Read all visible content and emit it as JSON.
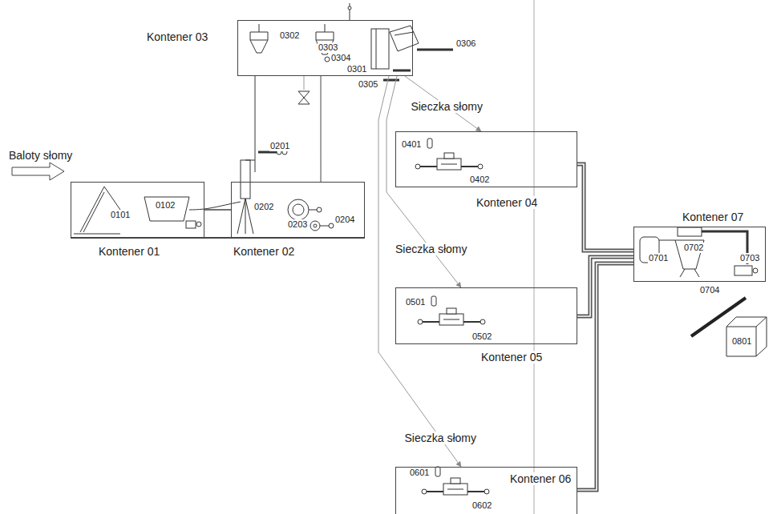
{
  "diagram": {
    "nodes": [
      {
        "text": [
          "Kontener 01"
        ]
      },
      {
        "text": [
          "Kontener 02"
        ]
      },
      {
        "text": [
          "Kontener 03"
        ]
      },
      {
        "text": [
          "Kontener 04"
        ]
      },
      {
        "text": [
          "Kontener 05"
        ]
      },
      {
        "text": [
          "Kontener 06"
        ]
      },
      {
        "text": [
          "Kontener 07"
        ]
      },
      {
        "text": [
          "0801"
        ]
      }
    ],
    "edges": [
      {
        "from": 0,
        "to": 1,
        "arrow": "none"
      },
      {
        "from": 1,
        "to": 2,
        "arrow": "none"
      },
      {
        "from": 2,
        "to": 3,
        "label": "Sieczka słomy",
        "arrow": "to"
      },
      {
        "from": 2,
        "to": 4,
        "label": "Sieczka słomy",
        "arrow": "to"
      },
      {
        "from": 2,
        "to": 5,
        "label": "Sieczka słomy",
        "arrow": "to"
      },
      {
        "from": 3,
        "to": 6,
        "arrow": "none"
      },
      {
        "from": 4,
        "to": 6,
        "arrow": "none"
      },
      {
        "from": 5,
        "to": 6,
        "arrow": "none"
      }
    ],
    "labels": [
      "Baloty słomy",
      "0101",
      "0102",
      "0201",
      "0202",
      "0203",
      "0204",
      "0302",
      "0303",
      "0304",
      "0301",
      "0305",
      "0306",
      "0401",
      "0402",
      "0501",
      "0502",
      "0601",
      "0602",
      "0701",
      "0702",
      "0703",
      "0704"
    ]
  }
}
